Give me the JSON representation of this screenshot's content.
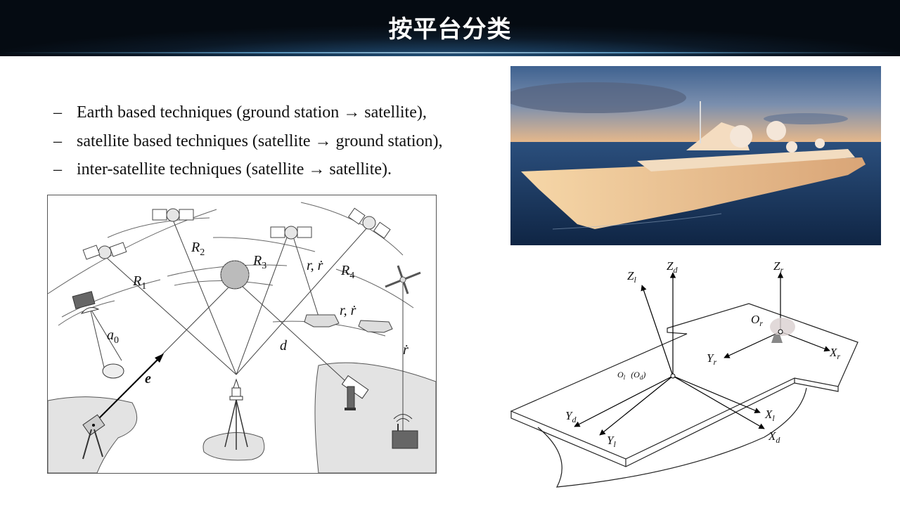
{
  "header": {
    "title": "按平台分类"
  },
  "bullets": [
    {
      "dash": "–",
      "text": "Earth based techniques (ground station → satellite),"
    },
    {
      "dash": "–",
      "text": "satellite based techniques (satellite → ground station),"
    },
    {
      "dash": "–",
      "text": "inter-satellite techniques (satellite → satellite)."
    }
  ],
  "figure1": {
    "labels": {
      "R1": "R",
      "R1_sub": "1",
      "R2": "R",
      "R2_sub": "2",
      "R3": "R",
      "R3_sub": "3",
      "R4": "R",
      "R4_sub": "4",
      "r_rdot_1": "r, ṙ",
      "r_rdot_2": "r, ṙ",
      "a0": "a",
      "a0_sub": "0",
      "e": "e",
      "d": "d",
      "rdot": "ṙ"
    }
  },
  "figure2": {
    "labels": {
      "Zl": "Z",
      "Zl_sub": "l",
      "Zd": "Z",
      "Zd_sub": "d",
      "Zr": "Z",
      "Zr_sub": "r",
      "Or": "O",
      "Or_sub": "r",
      "Yr": "Y",
      "Yr_sub": "r",
      "Xr": "X",
      "Xr_sub": "r",
      "Ol": "O",
      "Ol_sub": "l",
      "Od": "(O",
      "Od_sub": "d",
      "Od_close": ")",
      "Yd": "Y",
      "Yd_sub": "d",
      "Yl": "Y",
      "Yl_sub": "l",
      "Xl": "X",
      "Xl_sub": "l",
      "Xd": "X",
      "Xd_sub": "d"
    }
  }
}
